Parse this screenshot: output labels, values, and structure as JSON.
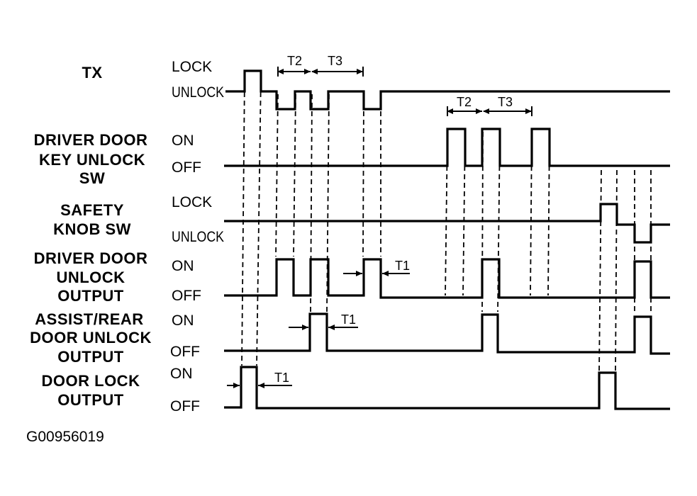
{
  "signals": [
    {
      "id": "tx",
      "lines": [
        "TX"
      ],
      "levels": [
        "LOCK",
        "UNLOCK"
      ]
    },
    {
      "id": "driver-door-key-unlock-sw",
      "lines": [
        "DRIVER DOOR",
        "KEY UNLOCK",
        "SW"
      ],
      "levels": [
        "ON",
        "OFF"
      ]
    },
    {
      "id": "safety-knob-sw",
      "lines": [
        "SAFETY",
        "KNOB SW"
      ],
      "levels": [
        "LOCK",
        "UNLOCK"
      ]
    },
    {
      "id": "driver-door-unlock-output",
      "lines": [
        "DRIVER DOOR",
        "UNLOCK",
        "OUTPUT"
      ],
      "levels": [
        "ON",
        "OFF"
      ]
    },
    {
      "id": "assist-rear-door-unlock-output",
      "lines": [
        "ASSIST/REAR",
        "DOOR UNLOCK",
        "OUTPUT"
      ],
      "levels": [
        "ON",
        "OFF"
      ]
    },
    {
      "id": "door-lock-output",
      "lines": [
        "DOOR LOCK",
        "OUTPUT"
      ],
      "levels": [
        "ON",
        "OFF"
      ]
    }
  ],
  "timing_labels": {
    "t1": "T1",
    "t2": "T2",
    "t3": "T3"
  },
  "figure_code": "G00956019"
}
